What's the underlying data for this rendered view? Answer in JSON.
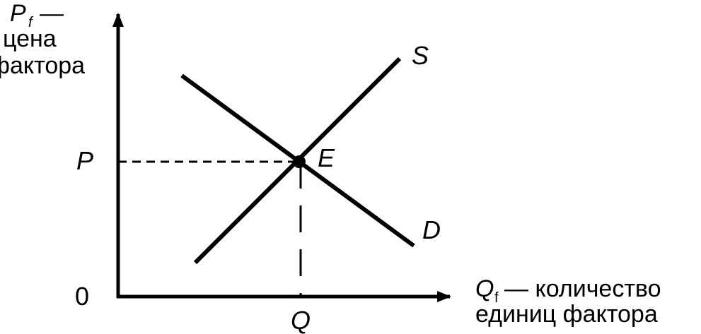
{
  "diagram": {
    "y_axis": {
      "symbol": "P",
      "subscript": "f",
      "dash": "—",
      "line2": "цена",
      "line3": "фактора"
    },
    "x_axis": {
      "symbol": "Q",
      "subscript": "f",
      "dash": "— количество",
      "line2": "единиц фактора"
    },
    "origin": "0",
    "price_label": "P",
    "quantity_label": "Q",
    "equilibrium_label": "E",
    "supply_label": "S",
    "demand_label": "D"
  }
}
